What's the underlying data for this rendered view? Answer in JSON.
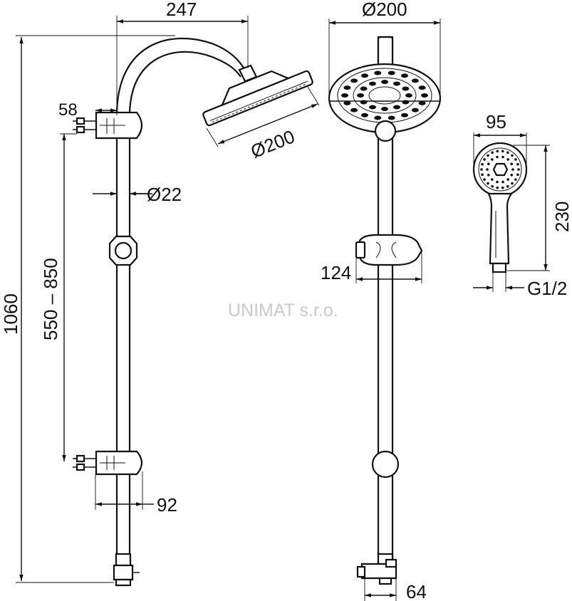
{
  "watermark": "UNIMAT s.r.o.",
  "dimensions": {
    "arm_reach": "247",
    "head_diameter_side": "Ø200",
    "head_diameter_front": "Ø200",
    "wall_offset": "58",
    "pipe_diameter": "Ø22",
    "overall_height": "1060",
    "bracket_spacing": "550 – 850",
    "bracket_depth": "92",
    "slider_width": "124",
    "diverter_width": "64",
    "hand_shower_diameter": "95",
    "hand_shower_length": "230",
    "hose_thread": "G1/2"
  },
  "views": [
    "side-view",
    "front-view",
    "hand-shower-view"
  ]
}
